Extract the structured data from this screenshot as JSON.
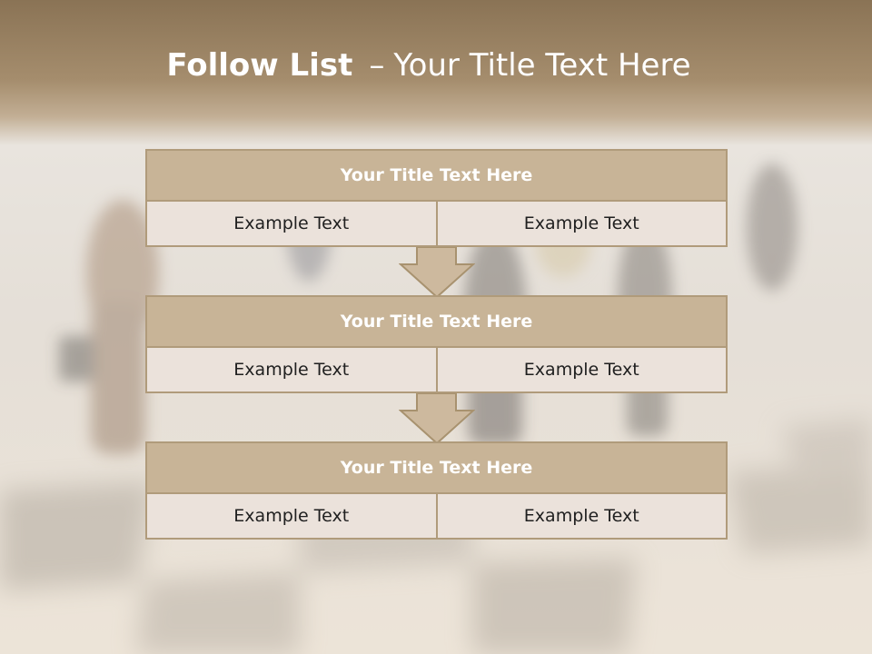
{
  "slide": {
    "title_strong": "Follow List",
    "title_separator": "–",
    "title_rest": "Your Title Text Here",
    "blocks": [
      {
        "header": "Your Title Text Here",
        "cells": [
          "Example Text",
          "Example Text"
        ]
      },
      {
        "header": "Your Title Text Here",
        "cells": [
          "Example Text",
          "Example Text"
        ]
      },
      {
        "header": "Your Title Text Here",
        "cells": [
          "Example Text",
          "Example Text"
        ]
      }
    ]
  },
  "colors": {
    "header_band": "#a58d6d",
    "block_header": "#c8b497",
    "block_border": "#b09b7b",
    "cell_fill": "#ebe2db",
    "arrow_fill": "#cdb99e"
  }
}
